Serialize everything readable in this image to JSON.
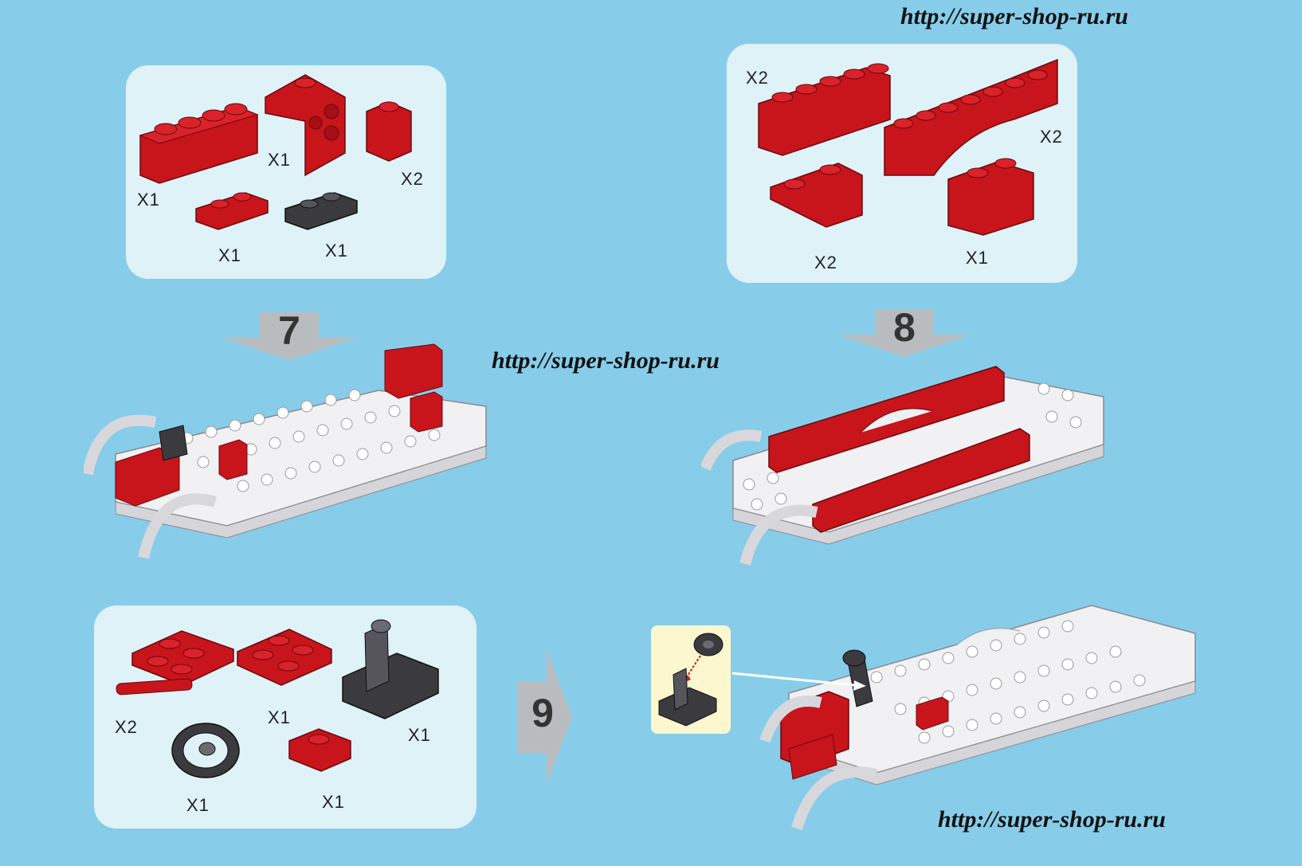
{
  "watermarks": {
    "top_right": "http://super-shop-ru.ru",
    "middle": "http://super-shop-ru.ru",
    "bottom_right": "http://super-shop-ru.ru"
  },
  "step7": {
    "number": "7",
    "parts": [
      {
        "name": "red-brick-1x4",
        "qty": "X1"
      },
      {
        "name": "red-corner-brick",
        "qty": "X1"
      },
      {
        "name": "red-brick-1x1",
        "qty": "X2"
      },
      {
        "name": "red-plate-1x2",
        "qty": "X1"
      },
      {
        "name": "black-plate-1x2",
        "qty": "X1"
      }
    ]
  },
  "step8": {
    "number": "8",
    "parts": [
      {
        "name": "red-brick-1x6",
        "qty": "X2"
      },
      {
        "name": "red-arch-brick",
        "qty": "X2"
      },
      {
        "name": "red-slope-brick",
        "qty": "X2"
      },
      {
        "name": "red-brick-1x2",
        "qty": "X1"
      }
    ]
  },
  "step9": {
    "number": "9",
    "parts": [
      {
        "name": "red-plate-with-lights",
        "qty": "X2"
      },
      {
        "name": "red-plate-2x2",
        "qty": "X1"
      },
      {
        "name": "black-steering-stand",
        "qty": "X1"
      },
      {
        "name": "black-steering-wheel",
        "qty": "X1"
      },
      {
        "name": "red-plate-1x1",
        "qty": "X1"
      }
    ]
  },
  "colors": {
    "background": "#87cdea",
    "panel": "#dff2f8",
    "brick_red": "#c8141b",
    "brick_black": "#3a3a3f",
    "chassis_white": "#f1f1f3",
    "arrow_grey": "#b9bcbf"
  }
}
